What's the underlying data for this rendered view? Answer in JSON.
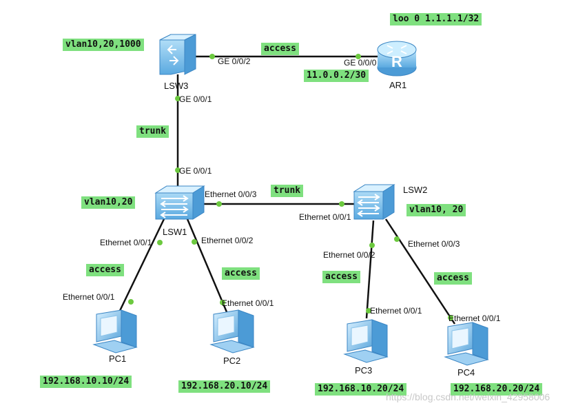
{
  "devices": {
    "lsw3": "LSW3",
    "ar1": "AR1",
    "lsw1": "LSW1",
    "lsw2": "LSW2",
    "pc1": "PC1",
    "pc2": "PC2",
    "pc3": "PC3",
    "pc4": "PC4"
  },
  "ports": {
    "lsw3_ge002": "GE 0/0/2",
    "ar1_ge000": "GE 0/0/0",
    "lsw3_ge001": "GE 0/0/1",
    "lsw1_ge001": "GE 0/0/1",
    "lsw1_eth003": "Ethernet 0/0/3",
    "lsw2_eth001": "Ethernet 0/0/1",
    "lsw1_eth001": "Ethernet 0/0/1",
    "lsw1_eth002": "Ethernet 0/0/2",
    "pc1_eth001": "Ethernet 0/0/1",
    "pc2_eth001": "Ethernet 0/0/1",
    "lsw2_eth002": "Ethernet 0/0/2",
    "lsw2_eth003": "Ethernet 0/0/3",
    "pc3_eth001": "Ethernet 0/0/1",
    "pc4_eth001": "Ethernet 0/0/1"
  },
  "tags": {
    "loopback": "loo 0 1.1.1.1/32",
    "lsw3_vlans": "vlan10,20,1000",
    "link_lsw3_ar1": "access",
    "ar1_ip": "11.0.0.2/30",
    "link_lsw3_lsw1": "trunk",
    "lsw1_vlans": "vlan10,20",
    "link_lsw1_lsw2": "trunk",
    "lsw2_vlans": "vlan10, 20",
    "link_lsw1_pc1": "access",
    "link_lsw1_pc2": "access",
    "link_lsw2_pc3": "access",
    "link_lsw2_pc4": "access",
    "pc1_ip": "192.168.10.10/24",
    "pc2_ip": "192.168.20.10/24",
    "pc3_ip": "192.168.10.20/24",
    "pc4_ip": "192.168.20.20/24"
  },
  "watermark": "https://blog.csdn.net/weixin_42958006",
  "colors": {
    "tag_bg": "#7fe07f",
    "port_dot": "#6cc93f",
    "device_blue": "#6fb6e8",
    "link": "#111111"
  }
}
